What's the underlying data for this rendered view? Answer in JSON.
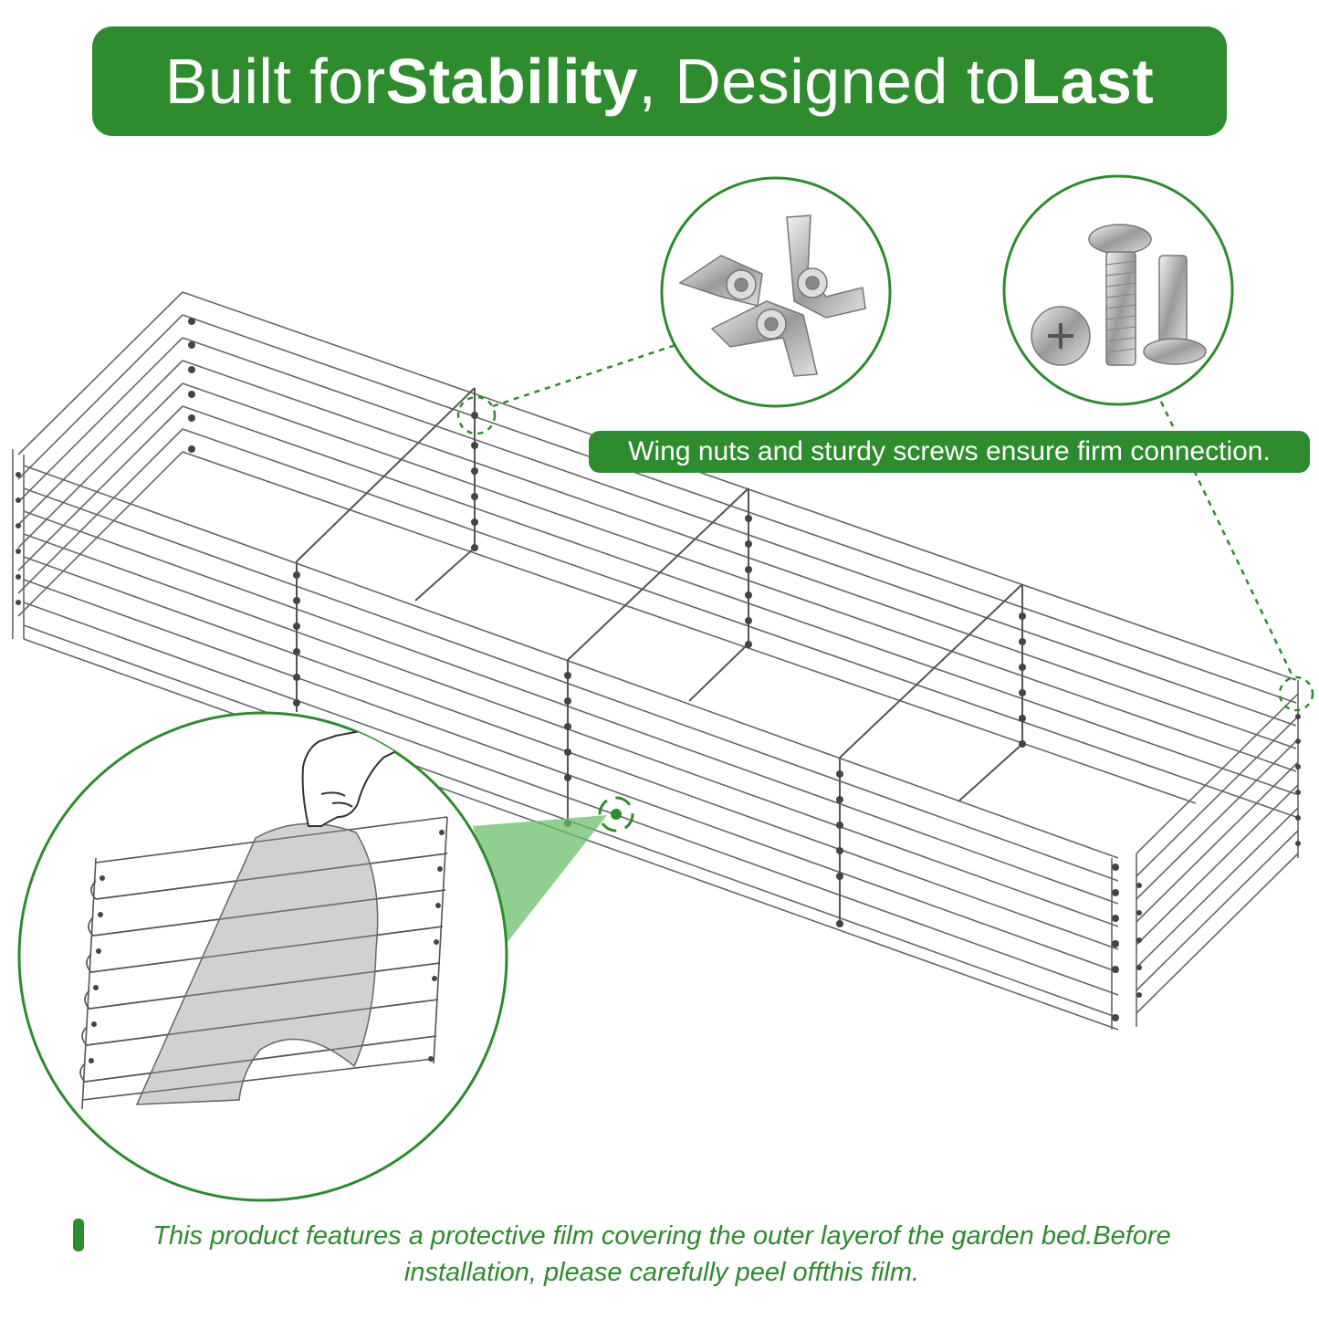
{
  "banner": {
    "part1": "Built for ",
    "part2": "Stability",
    "part3": " , Designed to ",
    "part4": "Last"
  },
  "callout": {
    "text": "Wing nuts and sturdy screws ensure firm connection."
  },
  "note": {
    "line1": "This product features a protective film covering the outer layerof the garden bed.Before",
    "line2": "installation, please carefully peel offthis film."
  },
  "colors": {
    "brand_green": "#2e8b2e",
    "metal_line": "#555555"
  },
  "icons": [
    "wing-nut-icon",
    "screw-icon",
    "hand-icon",
    "target-icon"
  ]
}
